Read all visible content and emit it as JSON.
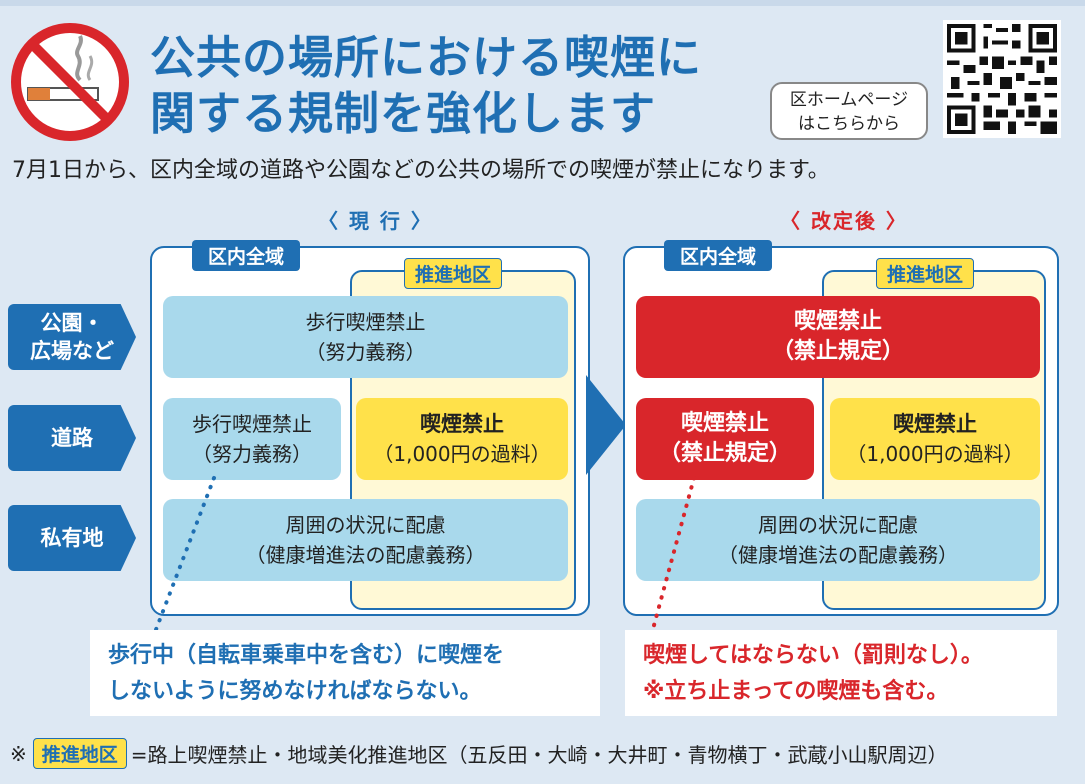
{
  "header": {
    "title_line1": "公共の場所における喫煙に",
    "title_line2": "関する規制を強化します",
    "homepage_line1": "区ホームページ",
    "homepage_line2": "はこちらから",
    "subtitle": "7月1日から、区内全域の道路や公園などの公共の場所での喫煙が禁止になります。"
  },
  "icons": [
    "no-smoking-icon",
    "qr-code-icon",
    "right-arrow-icon"
  ],
  "sections": {
    "current": "〈 現 行 〉",
    "revised": "〈 改定後 〉"
  },
  "rows": [
    "公園・\n広場など",
    "道路",
    "私有地"
  ],
  "current": {
    "area_tag": "区内全域",
    "zone_tag": "推進地区",
    "park": [
      "歩行喫煙禁止",
      "（努力義務）"
    ],
    "road_area": [
      "歩行喫煙禁止",
      "（努力義務）"
    ],
    "road_zone": [
      "喫煙禁止",
      "（1,000円の過料）"
    ],
    "private": [
      "周囲の状況に配慮",
      "（健康増進法の配慮義務）"
    ],
    "note_line1": "歩行中（自転車乗車中を含む）に喫煙を",
    "note_line2": "しないように努めなければならない。"
  },
  "revised": {
    "area_tag": "区内全域",
    "zone_tag": "推進地区",
    "park": [
      "喫煙禁止",
      "（禁止規定）"
    ],
    "road_area": [
      "喫煙禁止",
      "（禁止規定）"
    ],
    "road_zone": [
      "喫煙禁止",
      "（1,000円の過料）"
    ],
    "private": [
      "周囲の状況に配慮",
      "（健康増進法の配慮義務）"
    ],
    "note_line1": "喫煙してはならない（罰則なし）。",
    "note_line2": "※立ち止まっての喫煙も含む。"
  },
  "footer": {
    "mark": "※",
    "zone_tag": "推進地区",
    "text": "=路上喫煙禁止・地域美化推進地区（五反田・大崎・大井町・青物横丁・武蔵小山駅周辺）"
  },
  "colors": {
    "blue": "#1f6fb3",
    "red": "#d9262b",
    "yellow": "#ffe14a",
    "light_blue": "#a9d9ec",
    "background": "#dde8f3"
  }
}
